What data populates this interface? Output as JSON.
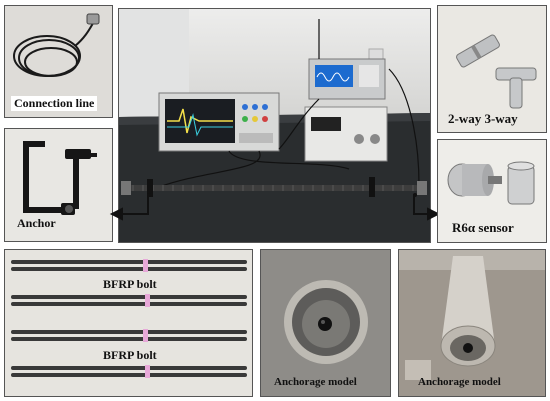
{
  "labels": {
    "connection_line": "Connection line",
    "anchor": "Anchor",
    "two_way_three_way": "2-way 3-way",
    "sensor": "R6α sensor",
    "bfrp_bolt_top": "BFRP bolt",
    "bfrp_bolt_bottom": "BFRP bolt",
    "anchorage_model_1": "Anchorage model",
    "anchorage_model_2": "Anchorage model"
  },
  "colors": {
    "border": "#555555",
    "arrow": "#111111",
    "bench": "#2a2d2f",
    "bolt": "#3a3a3a",
    "marker": "#e7a8d8",
    "metal": "#c8c9cb",
    "concrete": "#bdb8b0"
  },
  "icons": [
    "cable-coil-icon",
    "anchor-clamp-icon",
    "connector-pieces-icon",
    "sensor-cylinder-icon",
    "oscilloscope-icon",
    "signal-generator-icon",
    "amplifier-icon"
  ]
}
